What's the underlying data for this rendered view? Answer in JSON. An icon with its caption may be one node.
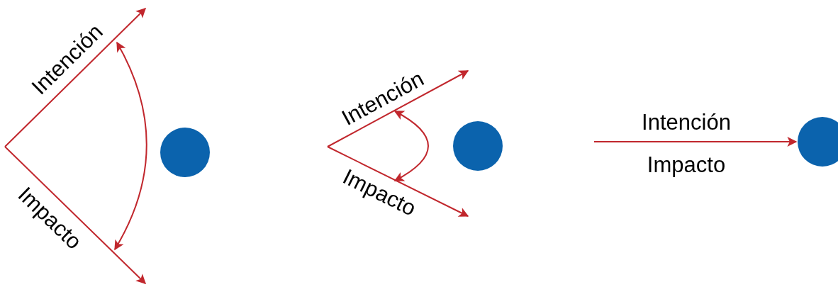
{
  "diagram": {
    "nodes": [
      {
        "text": [],
        "shape": "circle"
      },
      {
        "text": [],
        "shape": "circle"
      },
      {
        "text": [],
        "shape": "circle"
      }
    ],
    "edges": [
      {
        "from": null,
        "to": 2,
        "arrow": "to"
      }
    ],
    "labels": [
      "Intención",
      "Impacto",
      "Intención",
      "Impacto",
      "Intención",
      "Impacto"
    ]
  }
}
